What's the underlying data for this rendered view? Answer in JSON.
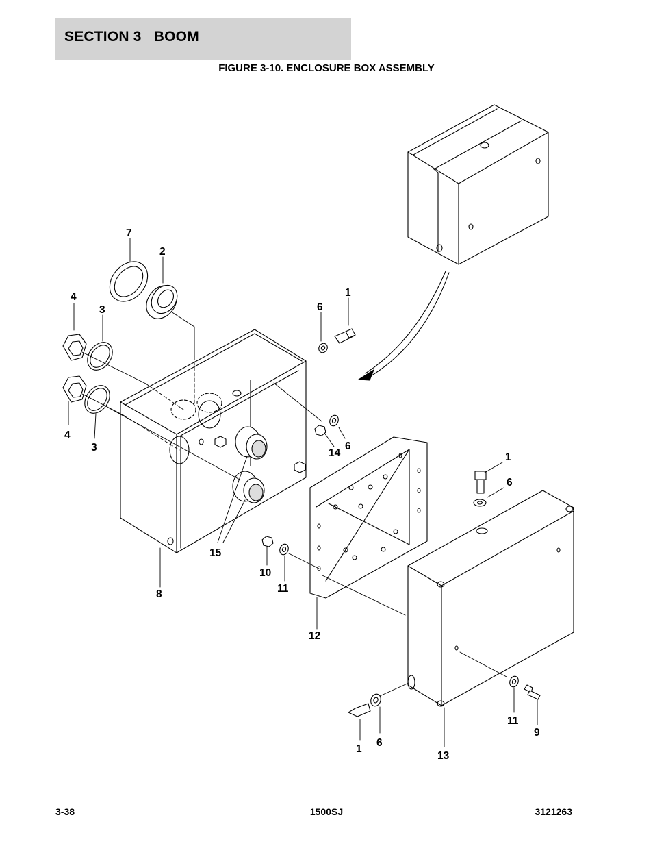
{
  "header": {
    "section_title": "SECTION 3   BOOM",
    "figure_title": "FIGURE 3-10. ENCLOSURE BOX ASSEMBLY"
  },
  "callouts": {
    "c7": "7",
    "c2": "2",
    "c4a": "4",
    "c3a": "3",
    "c4b": "4",
    "c3b": "3",
    "c6a": "6",
    "c1a": "1",
    "c14": "14",
    "c6b": "6",
    "c15": "15",
    "c8": "8",
    "c10": "10",
    "c11a": "11",
    "c12": "12",
    "c1b": "1",
    "c6c": "6",
    "c11b": "11",
    "c9": "9",
    "c1c": "1",
    "c6d": "6",
    "c13": "13"
  },
  "footer": {
    "page_number": "3-38",
    "model": "1500SJ",
    "manual_number": "3121263"
  }
}
